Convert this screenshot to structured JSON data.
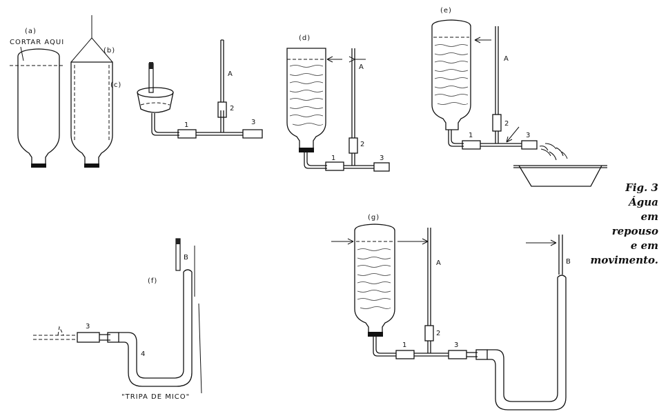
{
  "figure": {
    "caption": [
      "Fig. 3",
      "Água",
      "em",
      "repouso",
      "e em",
      "movimento."
    ],
    "panels": {
      "a": {
        "label": "(a)",
        "cut_text": "CORTAR AQUI"
      },
      "b": {
        "label": "(b)"
      },
      "c": {
        "label": "(c)"
      },
      "d": {
        "label": "(d)"
      },
      "e": {
        "label": "(e)"
      },
      "f": {
        "label": "(f)",
        "tube_label": "\"TRIPA DE MICO\""
      },
      "g": {
        "label": "(g)"
      }
    },
    "part_labels": {
      "one": "1",
      "two": "2",
      "three": "3",
      "four": "4",
      "A": "A",
      "B": "B"
    }
  }
}
